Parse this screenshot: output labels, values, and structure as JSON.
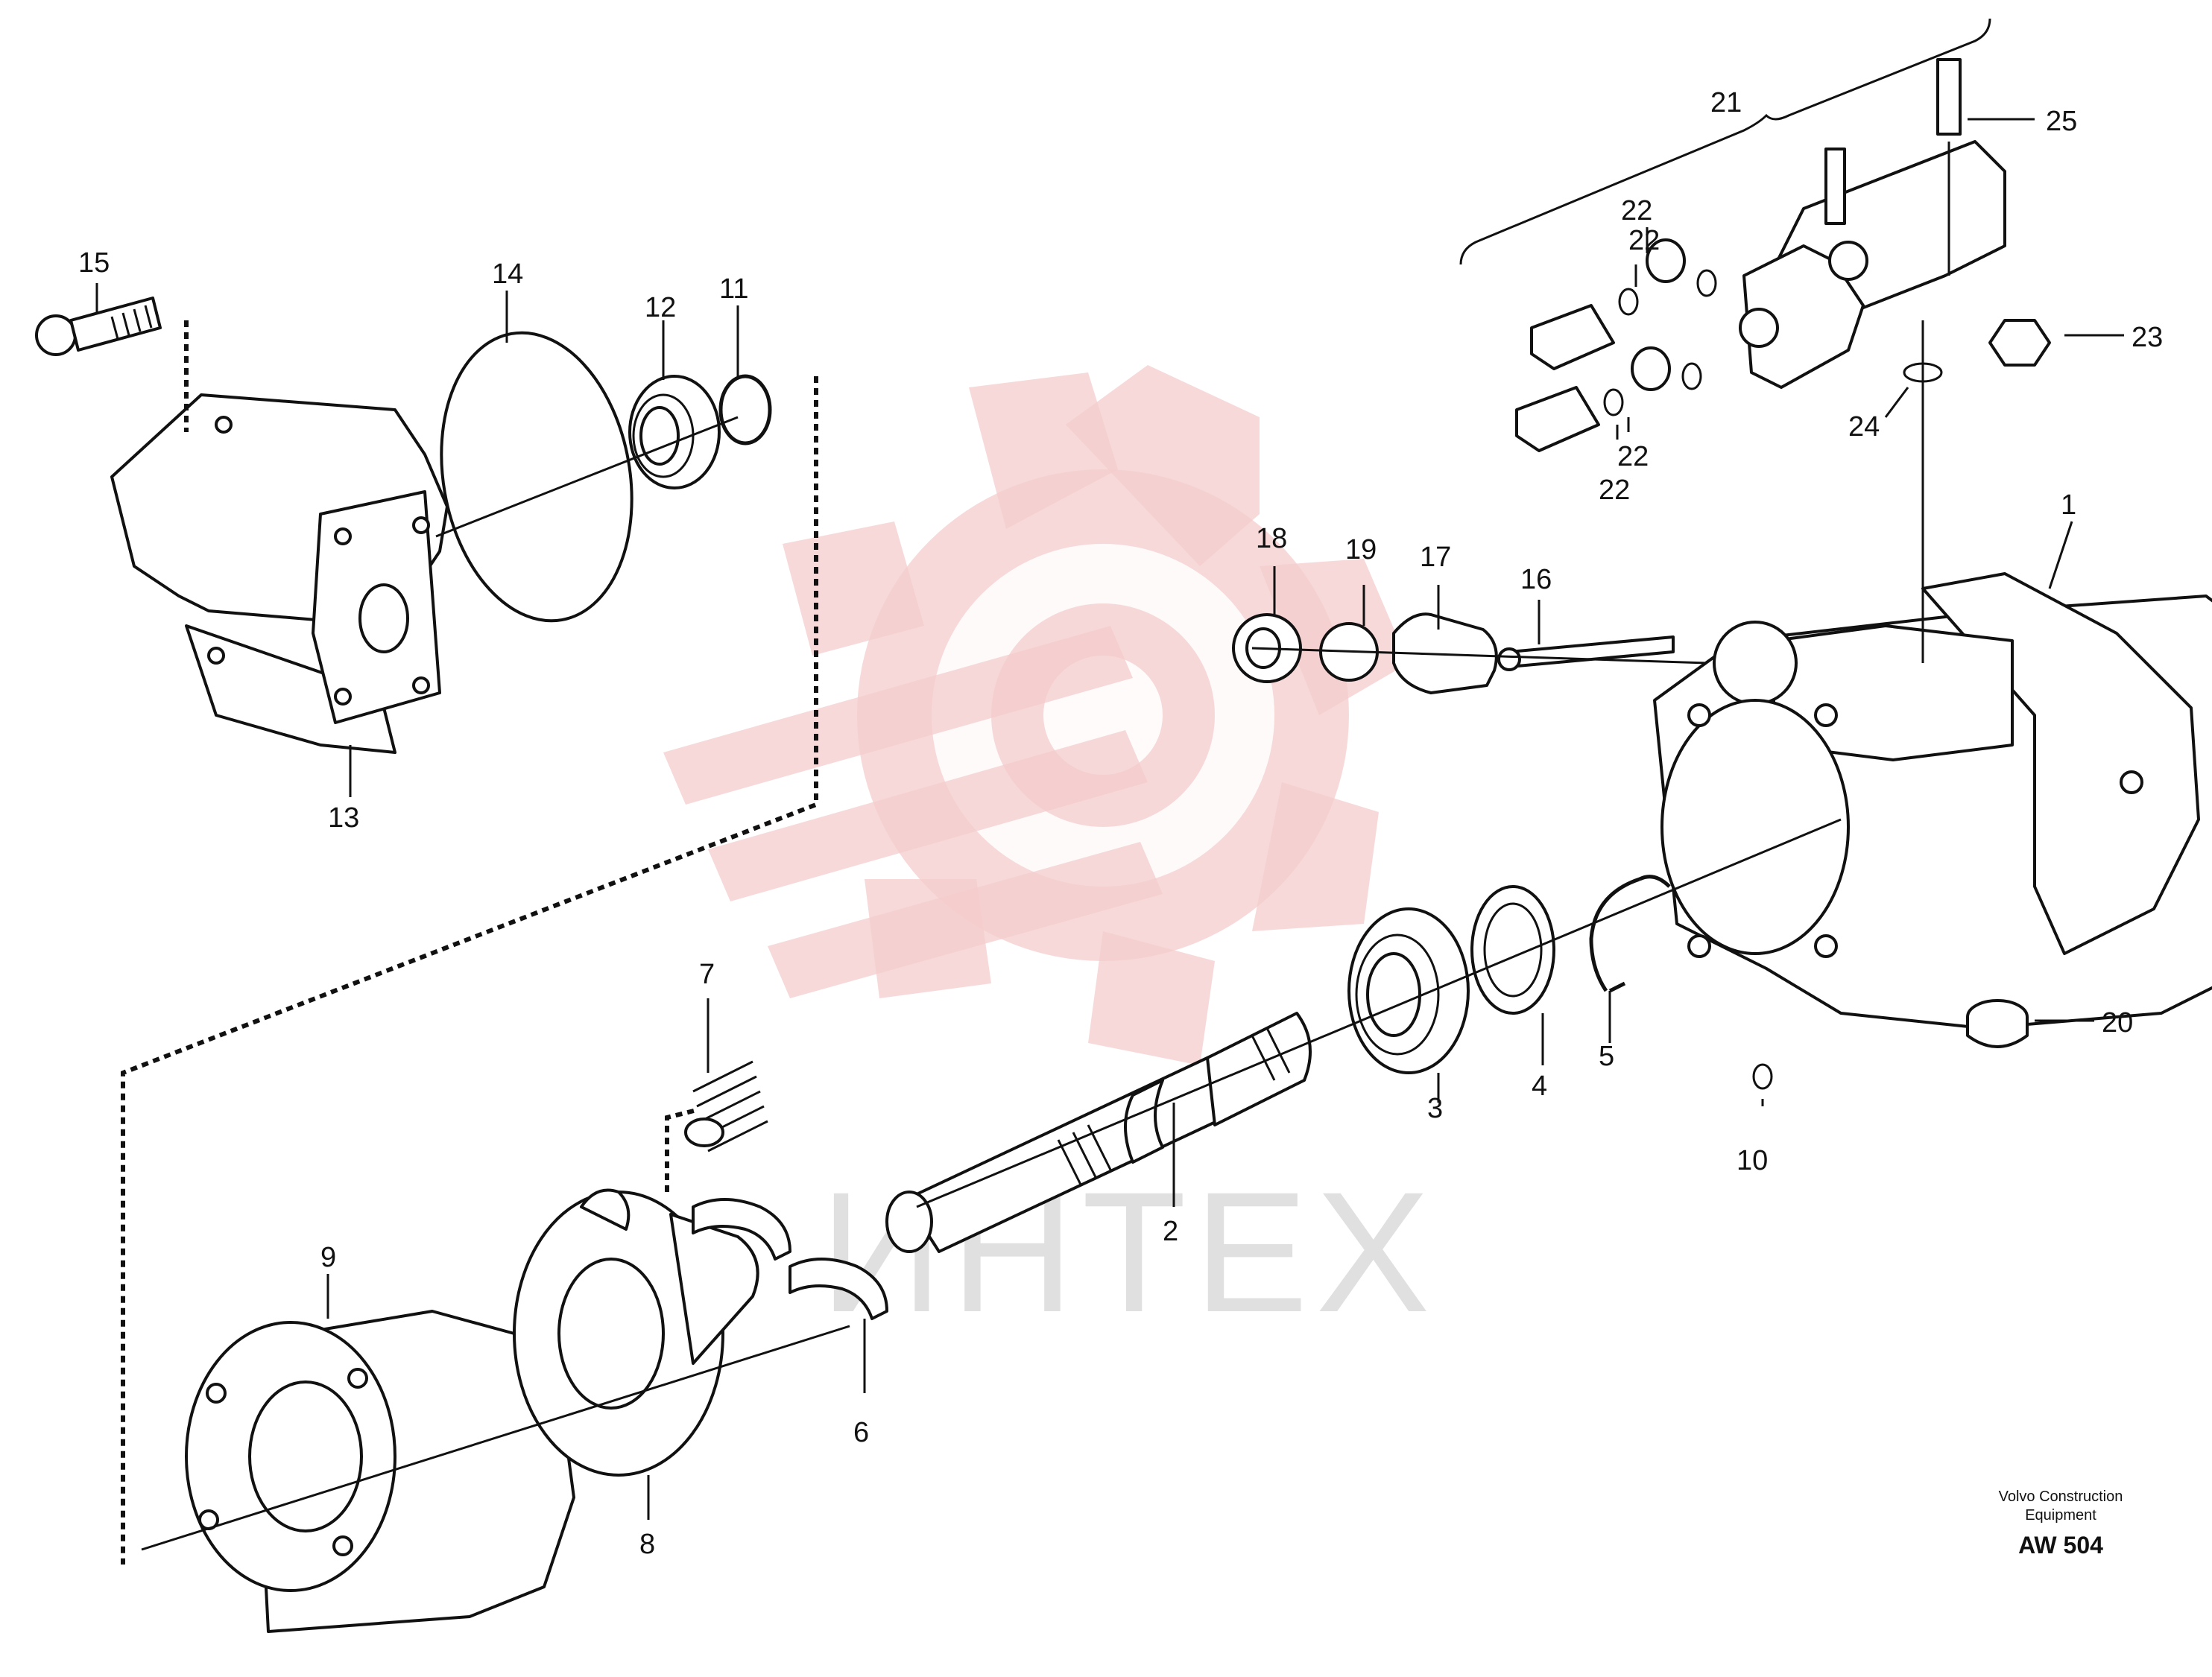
{
  "watermark": {
    "text": "ИНТЕХ",
    "color": "#f4cccc"
  },
  "labels": {
    "p1": "1",
    "p2": "2",
    "p3": "3",
    "p4": "4",
    "p5": "5",
    "p6": "6",
    "p7": "7",
    "p8": "8",
    "p9": "9",
    "p10": "10",
    "p11": "11",
    "p12": "12",
    "p13": "13",
    "p14": "14",
    "p15": "15",
    "p16": "16",
    "p17": "17",
    "p18": "18",
    "p19": "19",
    "p20": "20",
    "p21": "21",
    "p22": "22",
    "p23": "23",
    "p24": "24",
    "p25": "25"
  },
  "footer": {
    "brand_line1": "Volvo Construction",
    "brand_line2": "Equipment",
    "code": "AW 504"
  }
}
